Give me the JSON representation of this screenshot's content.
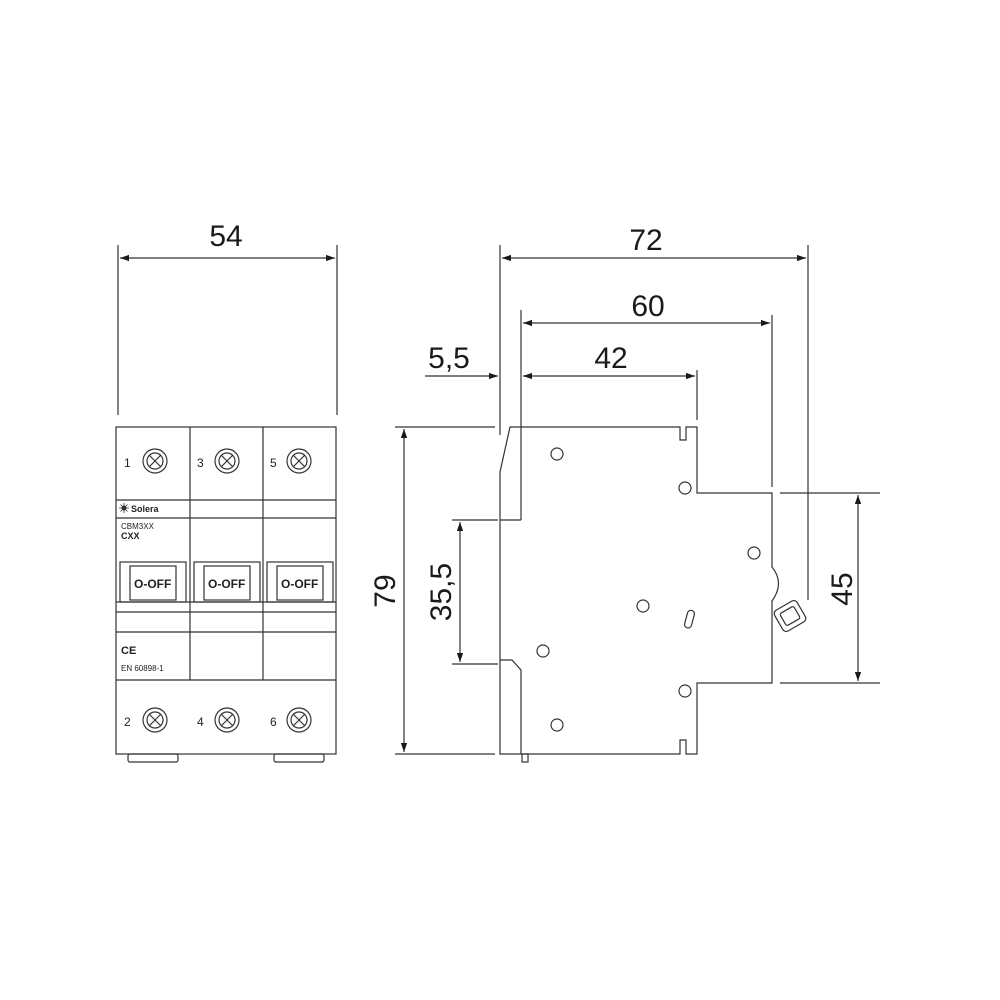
{
  "dimensions": {
    "width_front": "54",
    "depth_total": "72",
    "depth_60": "60",
    "depth_42": "42",
    "offset_5_5": "5,5",
    "height_total": "79",
    "height_35_5": "35,5",
    "height_45": "45"
  },
  "front": {
    "terminals_top": [
      "1",
      "3",
      "5"
    ],
    "terminals_bottom": [
      "2",
      "4",
      "6"
    ],
    "brand": "Solera",
    "model": "CBM3XX",
    "curve": "CXX",
    "switch_label": "O-OFF",
    "ce_mark": "CE",
    "standard": "EN 60898-1"
  }
}
